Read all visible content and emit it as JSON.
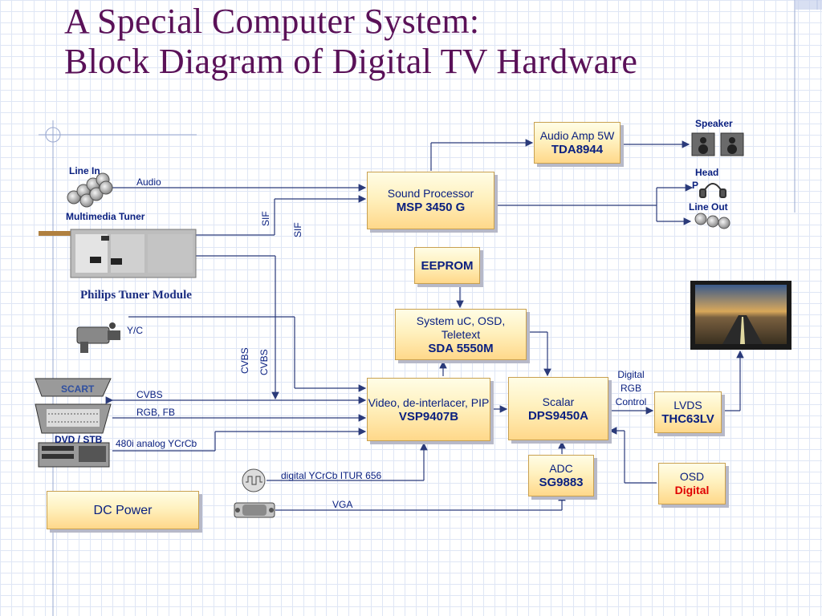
{
  "title": {
    "line1": "A Special Computer System:",
    "line2": "Block Diagram of Digital TV Hardware"
  },
  "blocks": {
    "audio_amp": {
      "line1": "Audio Amp 5W",
      "line2": "TDA8944"
    },
    "sound_processor": {
      "line1": "Sound Processor",
      "line2": "MSP 3450 G"
    },
    "eeprom": {
      "line1": "EEPROM"
    },
    "system_uc": {
      "line1": "System uC, OSD, Teletext",
      "line2": "SDA 5550M"
    },
    "video": {
      "line1": "Video, de-interlacer, PIP",
      "line2": "VSP9407B"
    },
    "scalar": {
      "line1": "Scalar",
      "line2": "DPS9450A"
    },
    "lvds": {
      "line1": "LVDS",
      "line2": "THC63LV"
    },
    "adc": {
      "line1": "ADC",
      "line2": "SG9883"
    },
    "osd": {
      "line1": "OSD",
      "line2": "Digital"
    },
    "dc_power": {
      "line1": "DC Power"
    }
  },
  "labels": {
    "speaker": "Speaker",
    "head": "Head",
    "head_p": "P",
    "line_out": "Line Out",
    "line_in": "Line In",
    "audio": "Audio",
    "multimedia_tuner": "Multimedia Tuner",
    "philips_tuner": "Philips Tuner Module",
    "sif_1": "SIF",
    "sif_2": "SIF",
    "yc": "Y/C",
    "cvbs_v1": "CVBS",
    "cvbs_v2": "CVBS",
    "scart": "SCART",
    "cvbs_h": "CVBS",
    "rgb_fb": "RGB, FB",
    "dvd_stb": "DVD / STB",
    "analog_ycrcb": "480i  analog YCrCb",
    "digital_ycrcb": "digital  YCrCb  ITUR 656",
    "vga": "VGA",
    "digital_rgb_1": "Digital",
    "digital_rgb_2": "RGB",
    "digital_rgb_3": "Control"
  },
  "colors": {
    "title": "#5a1158",
    "text": "#0a2080",
    "wire": "#2a3a7a",
    "block_fill": "#fff1bf",
    "osd_digital": "#e00000"
  }
}
